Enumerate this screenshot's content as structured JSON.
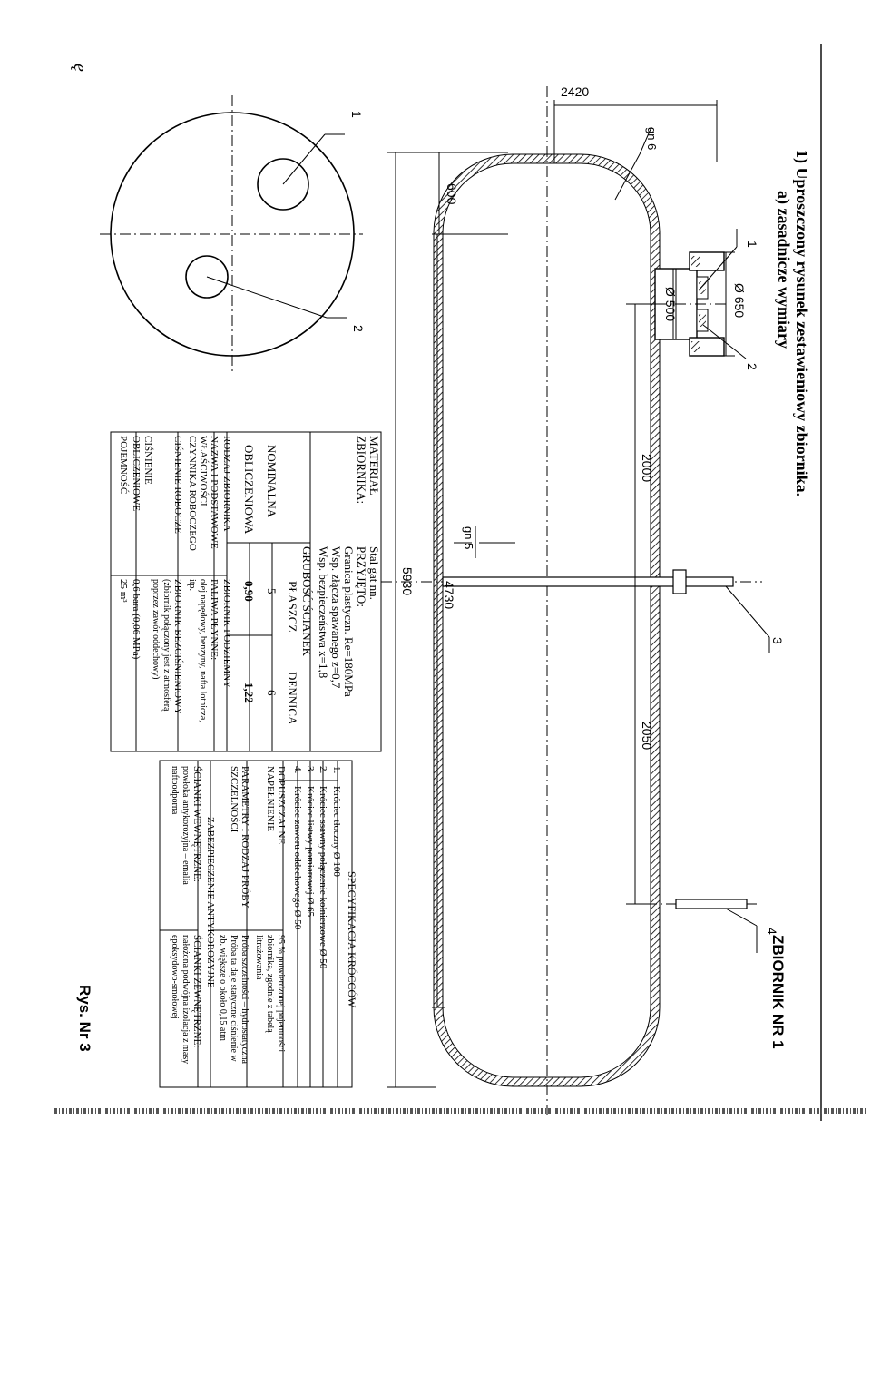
{
  "corner_mark": "ę",
  "heading": {
    "line1": "1)   Uproszczony rysunek zestawieniowy zbiornika.",
    "line2": "a) zasadnicze wymiary"
  },
  "tank_label": "ZBIORNIK NR 1",
  "figure_label": "Rys. Nr 3",
  "dimensions": {
    "d2420": "2420",
    "d600": "600",
    "gn6": "gn 6",
    "d650": "Ø 650",
    "d500": "Ø 500",
    "d2000": "2000",
    "gn5": "gn 5",
    "d5930": "5930",
    "d4730": "4730",
    "d2050": "2050"
  },
  "callouts": {
    "c1": "1",
    "c2": "2",
    "c3": "3",
    "c4": "4",
    "e1": "1",
    "e2": "2"
  },
  "material_table": {
    "label_l1": "MATERIAŁ",
    "label_l2": "ZBIORNIKA:",
    "steel": "Stal gat nn.",
    "accepted": "PRZYJĘTO:",
    "limit": "Granica plastyczn. Re=180MPa",
    "weld": "Wsp. złącza spawanego z=0,7",
    "safety": "Wsp. bezpieczeństwa x=1,8",
    "thickness_header": "GRUBOŚĆ ŚCIANEK",
    "col_shell": "PŁASZCZ",
    "col_head": "DENNICA",
    "row_nominal": "NOMINALNA",
    "row_calc": "OBLICZENIOWA",
    "nom_shell": "5",
    "nom_head": "6",
    "calc_shell": "0,90",
    "calc_head": "1,22"
  },
  "spec_table": {
    "r1_label": "RODZAJ ZBIORNIKA",
    "r1_val": "ZBIORNIK PODZIEMNY",
    "r2_label_l1": "NAZWA I PODSTAWOWE",
    "r2_label_l2": "WŁAŚCIWOŚCI",
    "r2_label_l3": "CZYNNIKA ROBOCZEGO",
    "r2_val_l1": "PALIWA PŁYNNE:",
    "r2_val_l2": "olej napędowy, benzyny, nafta lotnicza,",
    "r2_val_l3": "itp.",
    "r3_label": "CIŚNIENIE ROBOCZE",
    "r3_val_l1": "ZBIORNIK BEZCIŚNIENIOWY",
    "r3_val_l2": "(zbiornik połączony jest z atmosferą",
    "r3_val_l3": "poprzez zawór oddechowy)",
    "r4_label_l1": "CIŚNIENIE",
    "r4_label_l2": "OBLICZENIOWE",
    "r4_val": "0,6 bara (0,06 MPa)",
    "r5_label": "POJEMNOŚĆ",
    "r5_val": "25 m³"
  },
  "nozzle_table": {
    "title": "SPECYFIKACJA KRÓCCÓW",
    "items": [
      {
        "num": "1.",
        "text": "Króciec tłoczny  Ø 100"
      },
      {
        "num": "2.",
        "text": "Króciec ssawny  połączenie kołnierzowe Ø 50"
      },
      {
        "num": "3.",
        "text": "Króciec listwy pomiarowej Ø 65"
      },
      {
        "num": "4.",
        "text": "Króciec zaworu oddechowego Ø 50"
      }
    ],
    "fill_label_l1": "DOPUSZCZALNE",
    "fill_label_l2": "NAPEŁNIENIE",
    "fill_val_l1": "95 % potwierdzonej pojemności",
    "fill_val_l2": "zbiornika, zgodnie z tabelą",
    "fill_val_l3": "litrażowania",
    "test_label_l1": "PARAMETRY I RODZAJ PRÓBY",
    "test_label_l2": "SZCZELNOŚCI",
    "test_val_l1": "Próba szczelności – hydrostatyczna",
    "test_val_l2": "Próba ta daje statyczne ciśnienie w",
    "test_val_l3": "zb. większe o około 0,15 atm",
    "prot_header": "ZABEZPIECZENIE ANTYKOROZYJNE",
    "inner_label": "ŚCIANKI WEWNĘTRZNE:",
    "inner_l1": "powłoka antykorozyjna – emalia",
    "inner_l2": "naftoodporna",
    "outer_label": "ŚCIANKI ZEWNĘTRZNE:",
    "outer_l1": "nałożona podwójna izolacja z masy",
    "outer_l2": "epoksydowo-smołowej"
  }
}
